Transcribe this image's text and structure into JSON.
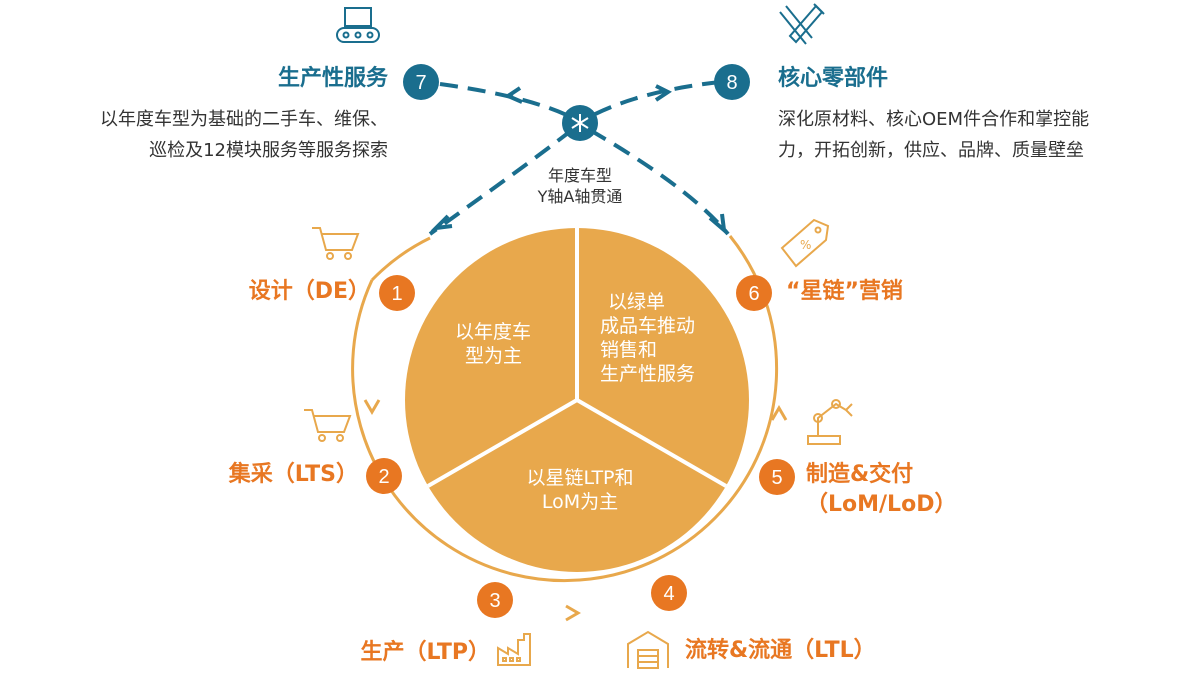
{
  "colors": {
    "orange": "#e87722",
    "teal": "#1a6e8e",
    "sector_fill": "#e8a84c",
    "ring": "#e8a84c"
  },
  "hub": {
    "icon": "asterisk-icon",
    "line1": "年度车型",
    "line2": "Y轴A轴贯通"
  },
  "center": {
    "sector_left": [
      "以年度车",
      "型为主"
    ],
    "sector_right": [
      "以绿单",
      "成品车推动",
      "销售和",
      "生产性服务"
    ],
    "sector_bottom": [
      "以星链LTP和",
      "LoM为主"
    ]
  },
  "stages": [
    {
      "num": "1",
      "label": "设计（DE）",
      "icon": "shopping-cart-icon"
    },
    {
      "num": "2",
      "label": "集采（LTS）",
      "icon": "shopping-cart-icon"
    },
    {
      "num": "3",
      "label": "生产（LTP）",
      "icon": "factory-icon"
    },
    {
      "num": "4",
      "label": "流转&流通（LTL）",
      "icon": "warehouse-icon"
    },
    {
      "num": "5",
      "label_line1": "制造&交付",
      "label_line2": "（LoM/LoD）",
      "icon": "robot-arm-icon"
    },
    {
      "num": "6",
      "label": "“星链”营销",
      "icon": "price-tag-icon"
    },
    {
      "num": "7",
      "label": "生产性服务",
      "desc_line1": "以年度车型为基础的二手车、维保、",
      "desc_line2": "巡检及12模块服务等服务探索",
      "icon": "conveyor-icon"
    },
    {
      "num": "8",
      "label": "核心零部件",
      "desc_line1": "深化原材料、核心OEM件合作和掌控能",
      "desc_line2": "力，开拓创新，供应、品牌、质量壁垒",
      "icon": "tools-icon"
    }
  ]
}
